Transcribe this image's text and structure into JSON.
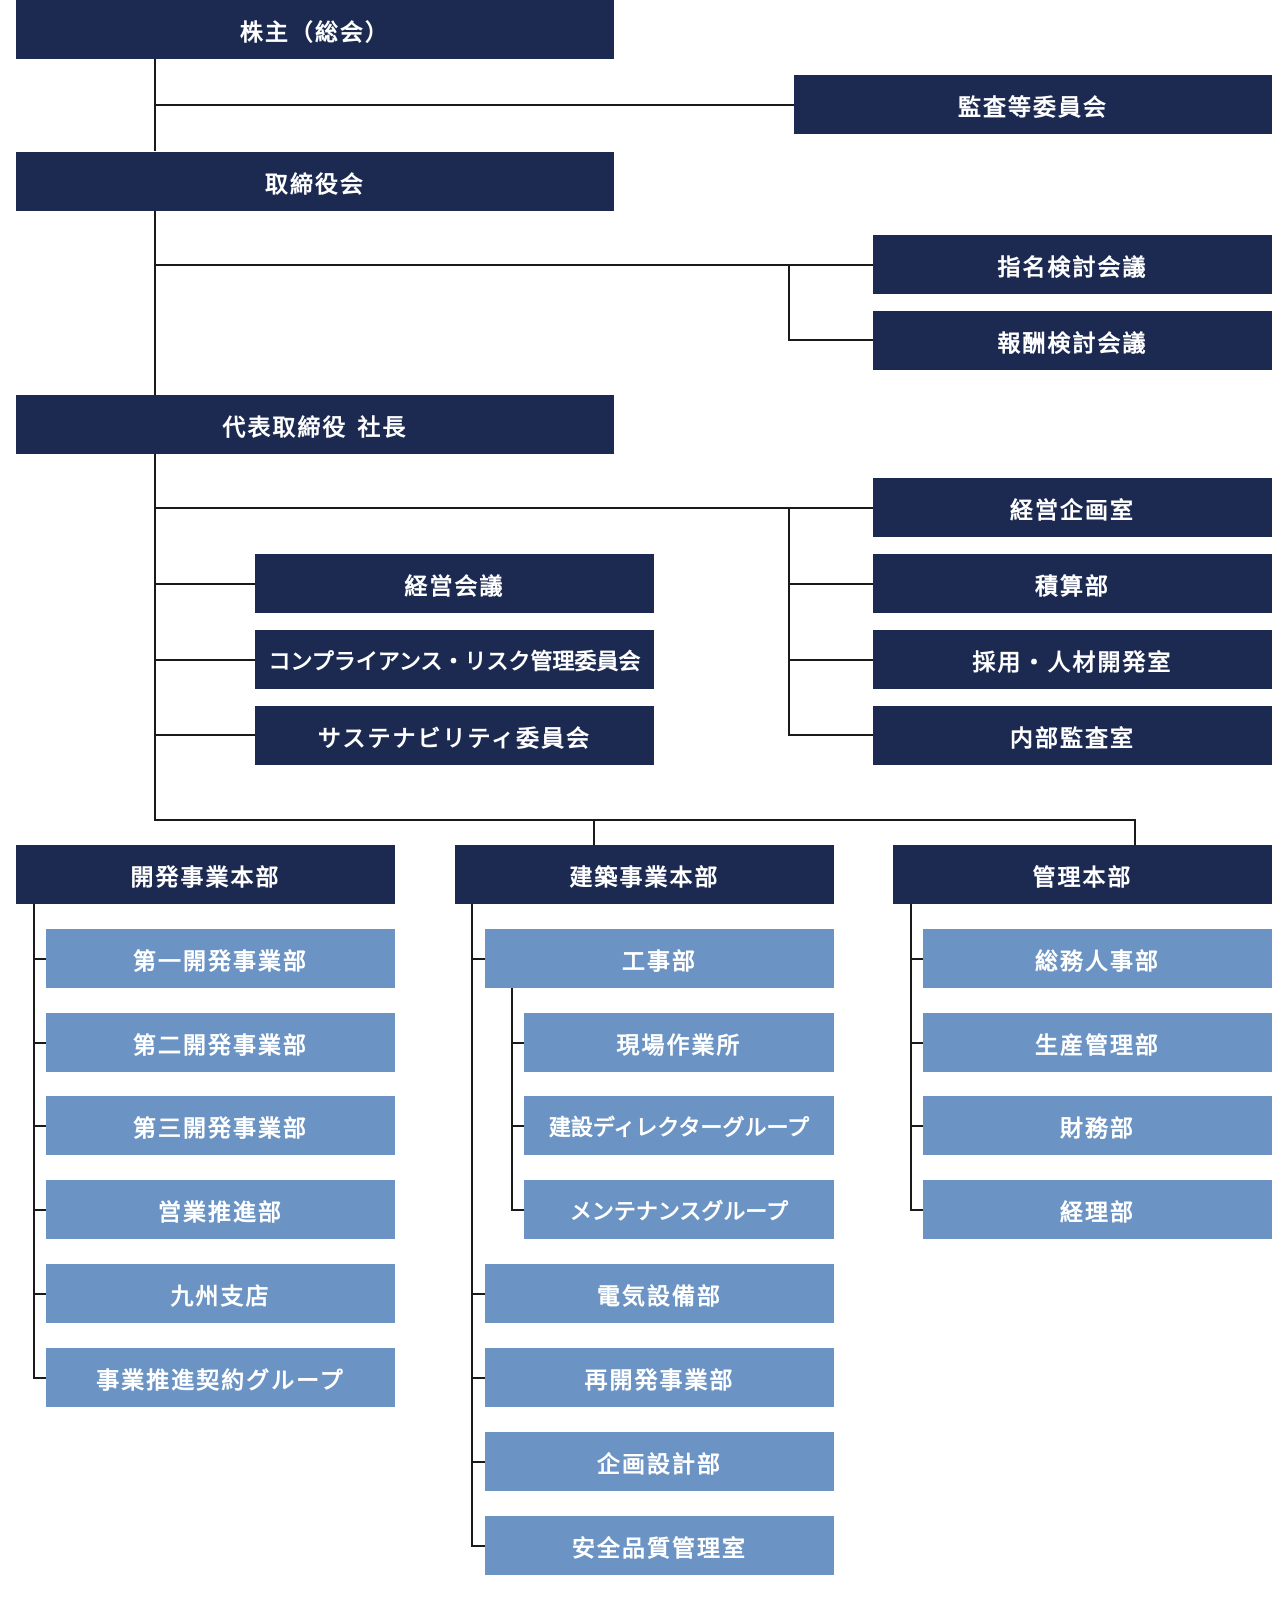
{
  "colors": {
    "executive": "#1c2a52",
    "department": "#6b93c3",
    "connector": "#1a1a1a",
    "text": "#ffffff"
  },
  "top": {
    "shareholders": "株主（総会）",
    "audit_committee": "監査等委員会",
    "board": "取締役会",
    "nomination": "指名検討会議",
    "remuneration": "報酬検討会議",
    "president": "代表取締役 社長"
  },
  "president_staff": {
    "left": [
      "経営会議",
      "コンプライアンス・リスク管理委員会",
      "サステナビリティ委員会"
    ],
    "right": [
      "経営企画室",
      "積算部",
      "採用・人材開発室",
      "内部監査室"
    ]
  },
  "divisions": {
    "development": {
      "name": "開発事業本部",
      "units": [
        "第一開発事業部",
        "第二開発事業部",
        "第三開発事業部",
        "営業推進部",
        "九州支店",
        "事業推進契約グループ"
      ]
    },
    "construction": {
      "name": "建築事業本部",
      "construction_dept": "工事部",
      "construction_sub": [
        "現場作業所",
        "建設ディレクターグループ",
        "メンテナンスグループ"
      ],
      "units": [
        "電気設備部",
        "再開発事業部",
        "企画設計部",
        "安全品質管理室"
      ]
    },
    "administration": {
      "name": "管理本部",
      "units": [
        "総務人事部",
        "生産管理部",
        "財務部",
        "経理部"
      ]
    }
  }
}
